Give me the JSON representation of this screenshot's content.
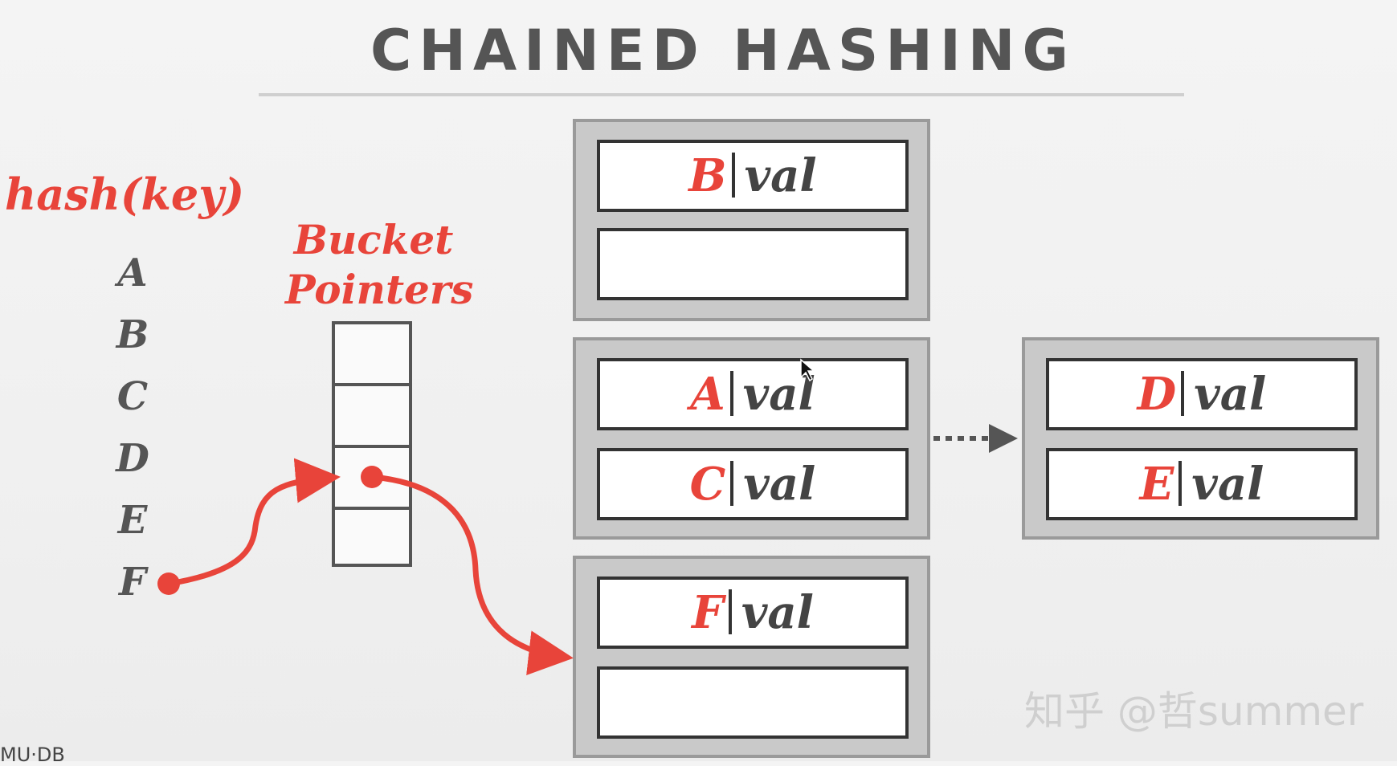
{
  "title": "CHAINED HASHING",
  "hash_label": "hash(key)",
  "keys": [
    "A",
    "B",
    "C",
    "D",
    "E",
    "F"
  ],
  "bucket_pointers_label": [
    "Bucket",
    "Pointers"
  ],
  "pages": [
    {
      "slots": [
        {
          "key": "B",
          "val": "val"
        },
        {
          "key": "",
          "val": ""
        }
      ]
    },
    {
      "slots": [
        {
          "key": "A",
          "val": "val"
        },
        {
          "key": "C",
          "val": "val"
        }
      ]
    },
    {
      "slots": [
        {
          "key": "D",
          "val": "val"
        },
        {
          "key": "E",
          "val": "val"
        }
      ]
    },
    {
      "slots": [
        {
          "key": "F",
          "val": "val"
        },
        {
          "key": "",
          "val": ""
        }
      ]
    }
  ],
  "watermark": "知乎 @哲summer",
  "footer": "MU·DB",
  "colors": {
    "accent": "#e8443a",
    "text": "#555555",
    "page_fill": "#c9c9c9"
  }
}
